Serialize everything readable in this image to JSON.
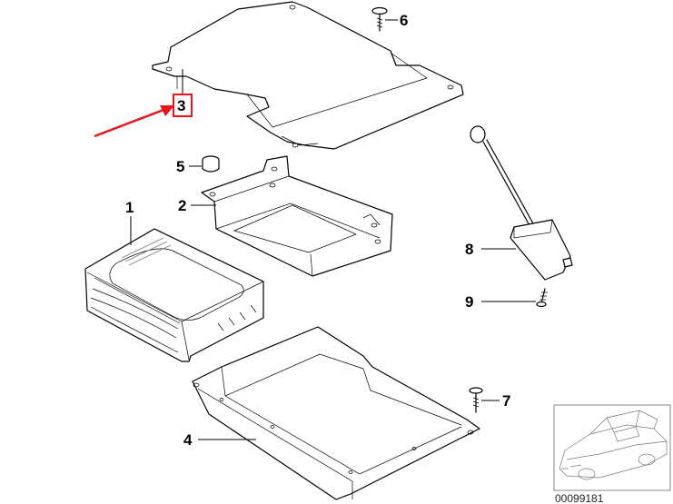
{
  "labels": {
    "p1": "1",
    "p2": "2",
    "p3": "3",
    "p4": "4",
    "p5": "5",
    "p6": "6",
    "p7": "7",
    "p8": "8",
    "p9": "9"
  },
  "reference_number": "00099181",
  "colors": {
    "highlight": "#e8141c",
    "line": "#000000",
    "thumbnail_line": "#777777"
  }
}
